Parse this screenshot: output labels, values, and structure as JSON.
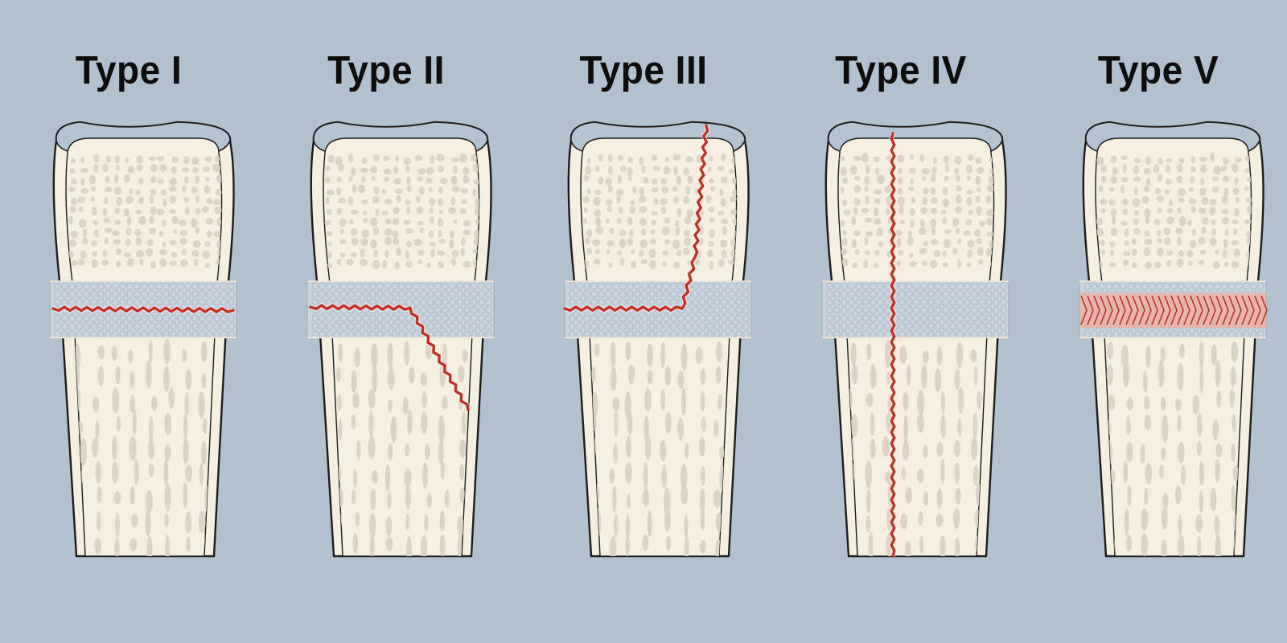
{
  "figure": {
    "colors": {
      "background": "#b1c1d0",
      "bone_fill": "#f5efe0",
      "bone_outline": "#1c1c1c",
      "cartilage_cap": "#b4c3d1",
      "growth_plate": "#c9d4df",
      "fracture_line": "#c62f22",
      "trabecular_spot": "#ddd5c4"
    },
    "panels": [
      {
        "title": "Type I",
        "fracture": "through-physis"
      },
      {
        "title": "Type II",
        "fracture": "physis-and-metaphysis"
      },
      {
        "title": "Type III",
        "fracture": "physis-and-epiphysis"
      },
      {
        "title": "Type IV",
        "fracture": "through-epiphysis-physis-metaphysis"
      },
      {
        "title": "Type V",
        "fracture": "crush-of-physis"
      }
    ]
  }
}
